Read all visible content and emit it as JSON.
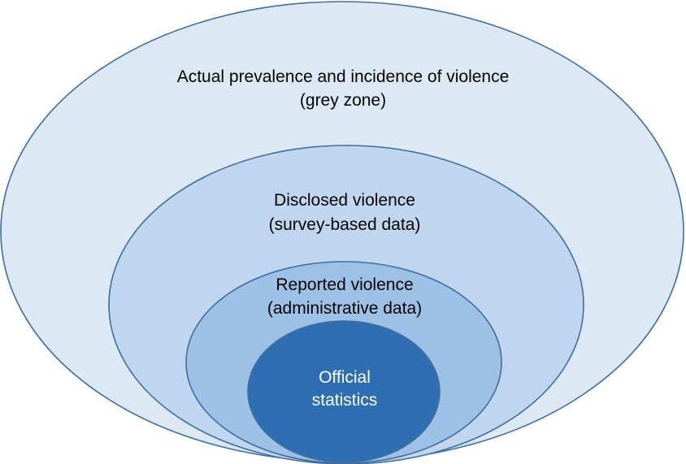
{
  "diagram": {
    "layers": [
      {
        "id": "actual",
        "lines": [
          "Actual prevalence and incidence of violence",
          "(grey zone)"
        ],
        "fill": "#dde8f5",
        "text_color": "#000000"
      },
      {
        "id": "disclosed",
        "lines": [
          "Disclosed violence",
          "(survey-based data)"
        ],
        "fill": "#bfd6ee",
        "text_color": "#000000"
      },
      {
        "id": "reported",
        "lines": [
          "Reported violence",
          "(administrative data)"
        ],
        "fill": "#9dc1e6",
        "text_color": "#000000"
      },
      {
        "id": "official",
        "lines": [
          "Official",
          "statistics"
        ],
        "fill": "#2e6fb3",
        "text_color": "#ffffff"
      }
    ]
  }
}
